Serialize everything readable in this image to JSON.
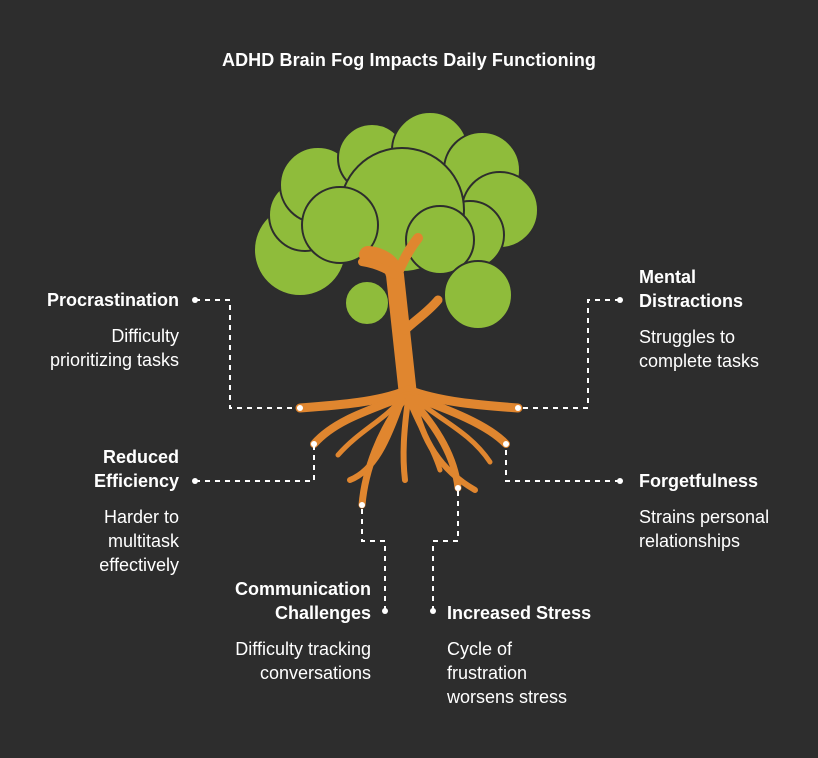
{
  "title": "ADHD Brain Fog Impacts Daily Functioning",
  "colors": {
    "background": "#2d2d2d",
    "foliage": "#8fbc3b",
    "foliage_outline": "#2d2d2d",
    "trunk": "#e0862f",
    "connector": "#ffffff"
  },
  "items": {
    "procrastination": {
      "title": "Procrastination",
      "desc": "Difficulty\nprioritizing tasks"
    },
    "mental_distractions": {
      "title": "Mental\nDistractions",
      "desc": "Struggles to\ncomplete tasks"
    },
    "reduced_efficiency": {
      "title": "Reduced\nEfficiency",
      "desc": "Harder to\nmultitask\neffectively"
    },
    "forgetfulness": {
      "title": "Forgetfulness",
      "desc": "Strains personal\nrelationships"
    },
    "communication_challenges": {
      "title": "Communication\nChallenges",
      "desc": "Difficulty tracking\nconversations"
    },
    "increased_stress": {
      "title": "Increased Stress",
      "desc": "Cycle of\nfrustration\nworsens stress"
    }
  }
}
